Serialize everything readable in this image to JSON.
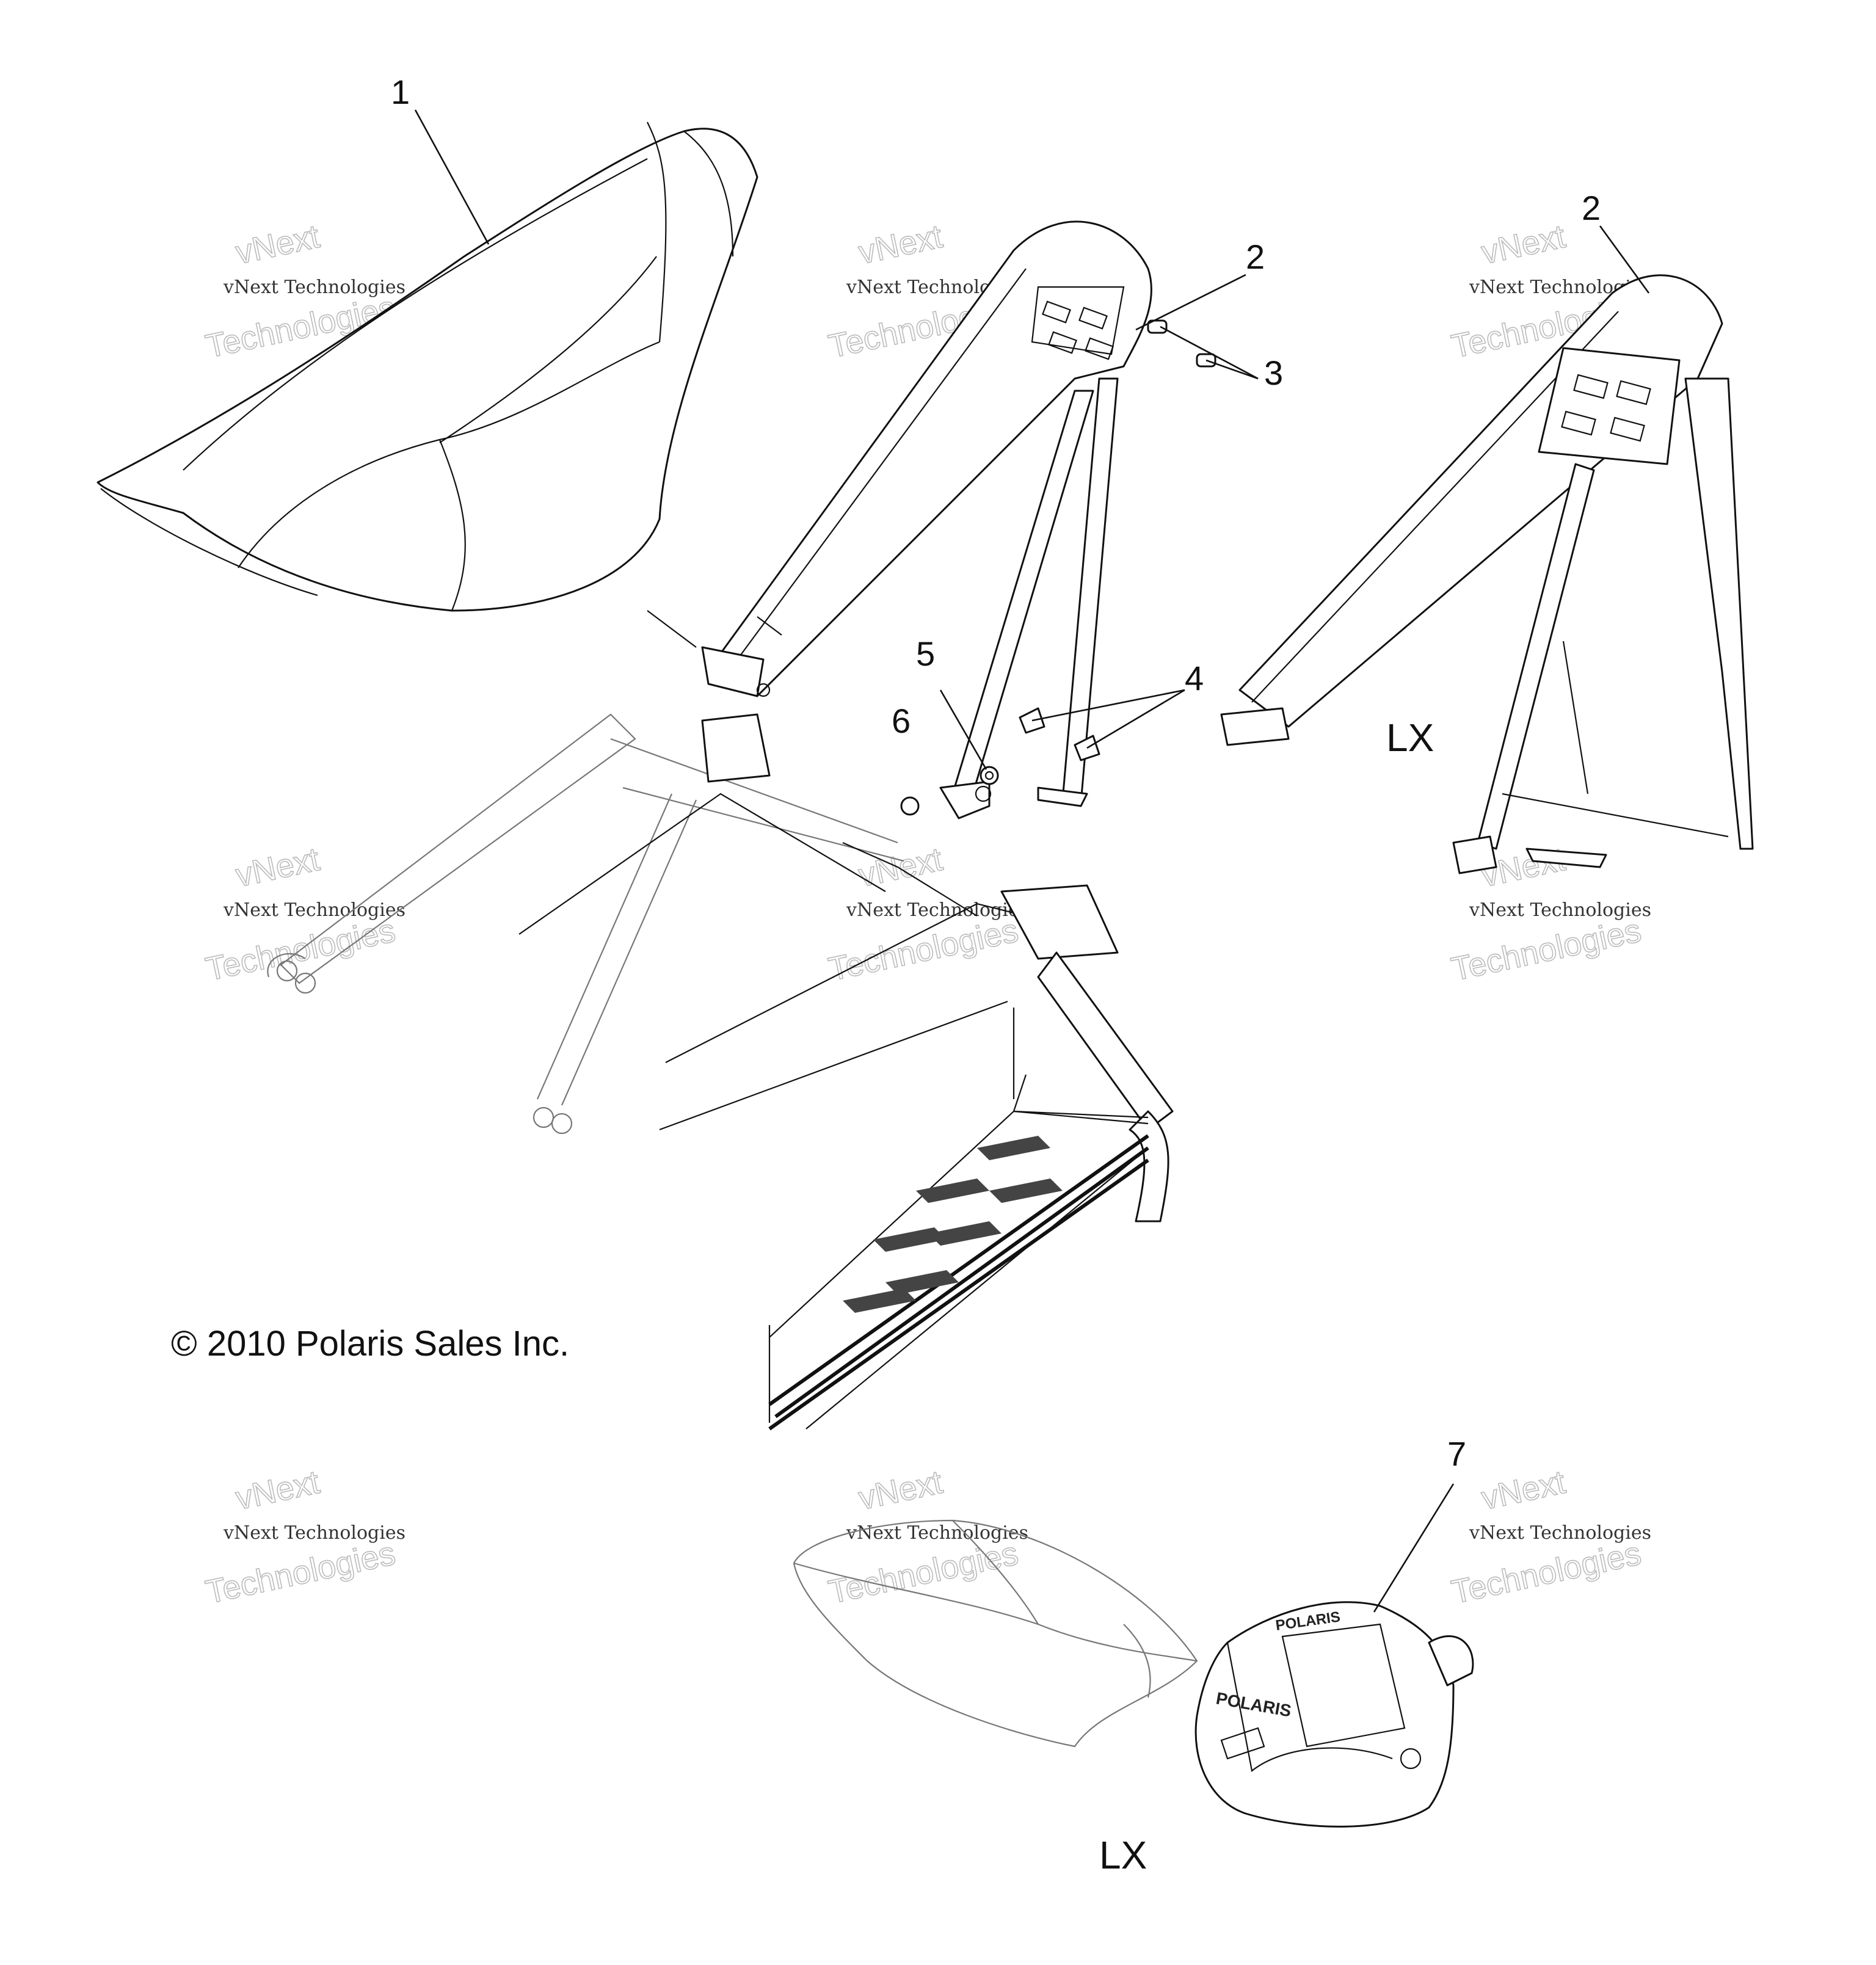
{
  "diagram": {
    "callouts": [
      "1",
      "2",
      "3",
      "4",
      "5",
      "6",
      "7"
    ],
    "variant_label": "LX",
    "copyright": "© 2010 Polaris Sales Inc.",
    "watermark": {
      "line1": "vNext Technologies",
      "line2": "vNext",
      "line3": "Technologies"
    },
    "decal_text": "POLARIS"
  }
}
